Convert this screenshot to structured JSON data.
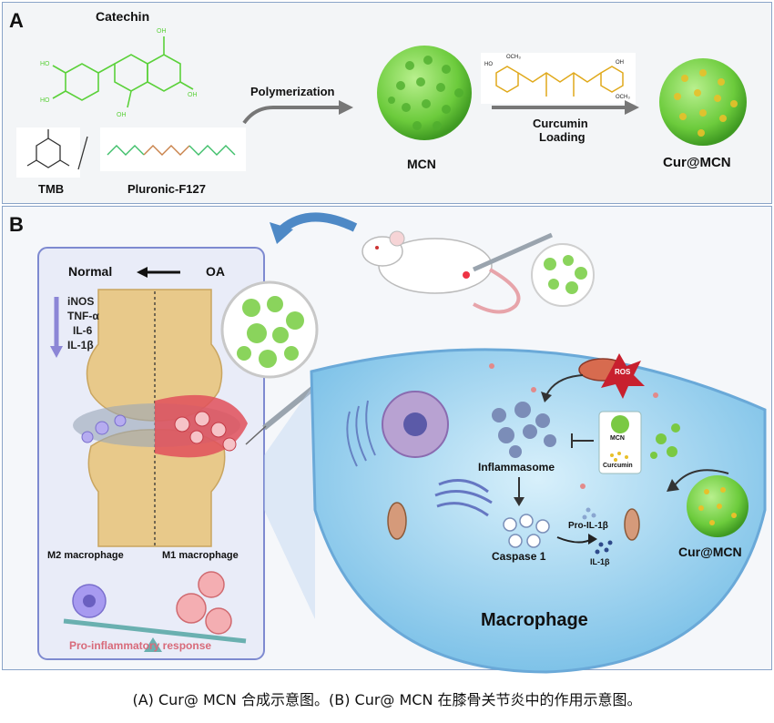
{
  "panel_a": {
    "label": "A",
    "catechin": "Catechin",
    "tmb": "TMB",
    "pluronic": "Pluronic-F127",
    "polymerization": "Polymerization",
    "mcn": "MCN",
    "curcumin_loading_1": "Curcumin",
    "curcumin_loading_2": "Loading",
    "cur_mcn": "Cur@MCN"
  },
  "panel_b": {
    "label": "B",
    "normal": "Normal",
    "oa": "OA",
    "markers": [
      "iNOS",
      "TNF-α",
      "IL-6",
      "IL-1β"
    ],
    "m2": "M2 macrophage",
    "m1": "M1 macrophage",
    "pro_inflammatory": "Pro-inflammatory response",
    "inflammasome": "Inflammasome",
    "caspase": "Caspase 1",
    "pro_il": "Pro-IL-1β",
    "il": "IL-1β",
    "mcn_box": "MCN",
    "curcumin_box": "Curcumin",
    "ros": "ROS",
    "cur_mcn": "Cur@MCN",
    "macrophage": "Macrophage"
  },
  "caption": "(A)  Cur@ MCN  合成示意图。(B) Cur@ MCN  在膝骨关节炎中的作用示意图。",
  "colors": {
    "green": "#7ac943",
    "blue_cell": "#8ec9ec",
    "bone": "#e8c98a",
    "red": "#e0505a",
    "purple": "#9b8fd8"
  }
}
